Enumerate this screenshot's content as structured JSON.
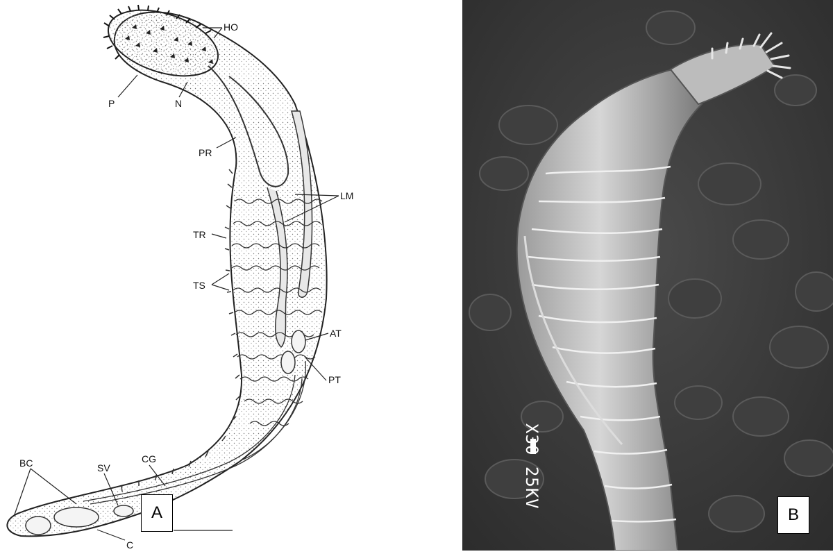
{
  "panels": {
    "a": {
      "tag": "A"
    },
    "b": {
      "tag": "B"
    }
  },
  "diagram": {
    "labels": [
      "HO",
      "P",
      "N",
      "PR",
      "LM",
      "TR",
      "TS",
      "AT",
      "PT",
      "BC",
      "SV",
      "CG",
      "C"
    ]
  },
  "sem": {
    "magnification": "X30",
    "voltage": "25KV"
  }
}
